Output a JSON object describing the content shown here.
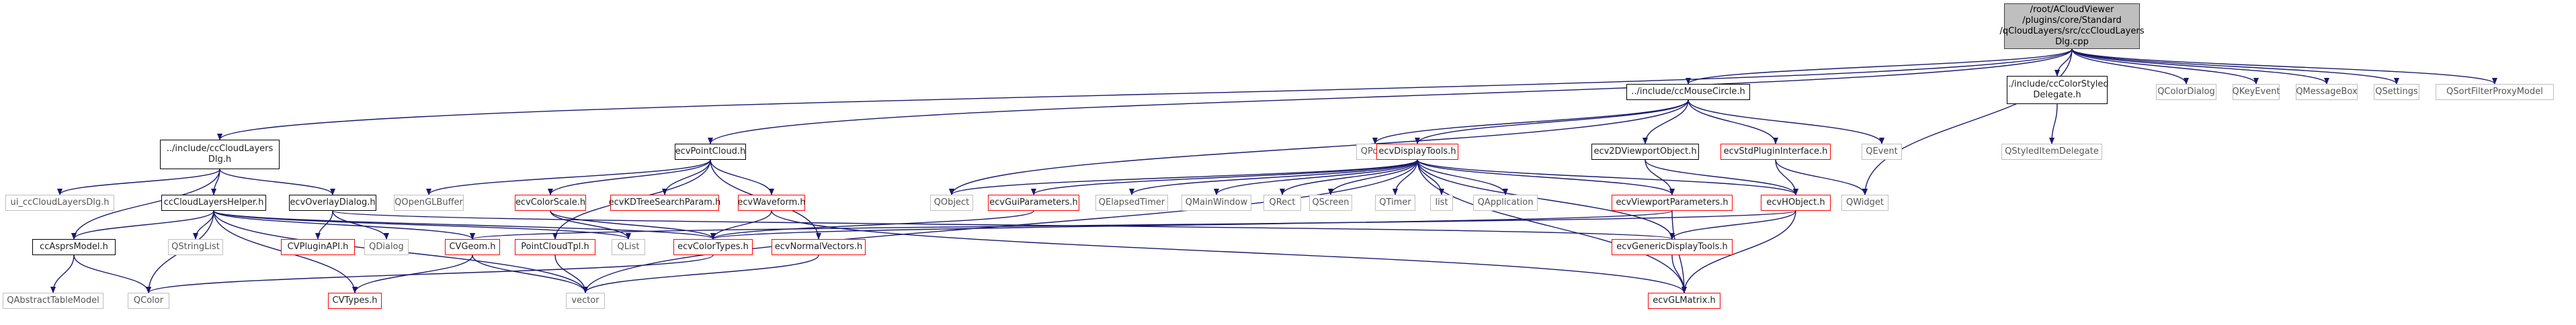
{
  "colors": {
    "edge": "#191970",
    "normal_border": "#000000",
    "missing_border": "#bfbfbf",
    "warn_border": "#ff0000",
    "root_fill": "#bfbfbf"
  },
  "nodes": [
    {
      "id": "root",
      "label": "/root/ACloudViewer\n/plugins/core/Standard\n/qCloudLayers/src/ccCloudLayers\nDlg.cpp",
      "kind": "root"
    },
    {
      "id": "cccloudlayersdlg_h",
      "label": "../include/ccCloudLayers\nDlg.h",
      "kind": "normal"
    },
    {
      "id": "ecvpointcloud_h",
      "label": "ecvPointCloud.h",
      "kind": "normal"
    },
    {
      "id": "ccmousecircle_h",
      "label": "../include/ccMouseCircle.h",
      "kind": "normal"
    },
    {
      "id": "cccolorstyled_h",
      "label": "../include/ccColorStyled\nDelegate.h",
      "kind": "normal"
    },
    {
      "id": "qcolordialog",
      "label": "QColorDialog",
      "kind": "gray"
    },
    {
      "id": "qkeyevent",
      "label": "QKeyEvent",
      "kind": "gray"
    },
    {
      "id": "qmessagebox",
      "label": "QMessageBox",
      "kind": "gray"
    },
    {
      "id": "qsettings",
      "label": "QSettings",
      "kind": "gray"
    },
    {
      "id": "qsortfilter",
      "label": "QSortFilterProxyModel",
      "kind": "gray"
    },
    {
      "id": "ui_cccloudlayersdlg",
      "label": "ui_ccCloudLayersDlg.h",
      "kind": "gray"
    },
    {
      "id": "cccloudlayershelper",
      "label": "ccCloudLayersHelper.h",
      "kind": "normal"
    },
    {
      "id": "ecvoverlaydialog",
      "label": "ecvOverlayDialog.h",
      "kind": "normal"
    },
    {
      "id": "qopenglbuffer",
      "label": "QOpenGLBuffer",
      "kind": "gray"
    },
    {
      "id": "ecvcolorscale",
      "label": "ecvColorScale.h",
      "kind": "red"
    },
    {
      "id": "ecvkdtree",
      "label": "ecvKDTreeSearchParam.h",
      "kind": "red"
    },
    {
      "id": "ecvwaveform",
      "label": "ecvWaveform.h",
      "kind": "red"
    },
    {
      "id": "qpoint",
      "label": "QPoint",
      "kind": "gray"
    },
    {
      "id": "ecvdisplaytools",
      "label": "ecvDisplayTools.h",
      "kind": "red"
    },
    {
      "id": "ecv2dviewport",
      "label": "ecv2DViewportObject.h",
      "kind": "normal"
    },
    {
      "id": "ecvstdplugin",
      "label": "ecvStdPluginInterface.h",
      "kind": "red"
    },
    {
      "id": "qevent",
      "label": "QEvent",
      "kind": "gray"
    },
    {
      "id": "qstyleditemdelegate",
      "label": "QStyledItemDelegate",
      "kind": "gray"
    },
    {
      "id": "qobject",
      "label": "QObject",
      "kind": "gray"
    },
    {
      "id": "ecvguiparameters",
      "label": "ecvGuiParameters.h",
      "kind": "red"
    },
    {
      "id": "qelapsedtimer",
      "label": "QElapsedTimer",
      "kind": "gray"
    },
    {
      "id": "qmainwindow",
      "label": "QMainWindow",
      "kind": "gray"
    },
    {
      "id": "qrect",
      "label": "QRect",
      "kind": "gray"
    },
    {
      "id": "qscreen",
      "label": "QScreen",
      "kind": "gray"
    },
    {
      "id": "qtimer",
      "label": "QTimer",
      "kind": "gray"
    },
    {
      "id": "list",
      "label": "list",
      "kind": "gray"
    },
    {
      "id": "qapplication",
      "label": "QApplication",
      "kind": "gray"
    },
    {
      "id": "ecvviewportparams",
      "label": "ecvViewportParameters.h",
      "kind": "red"
    },
    {
      "id": "ecvhobject",
      "label": "ecvHObject.h",
      "kind": "red"
    },
    {
      "id": "qwidget",
      "label": "QWidget",
      "kind": "gray"
    },
    {
      "id": "ccasprsmodel",
      "label": "ccAsprsModel.h",
      "kind": "normal"
    },
    {
      "id": "qstringlist",
      "label": "QStringList",
      "kind": "gray"
    },
    {
      "id": "cvpluginapi",
      "label": "CVPluginAPI.h",
      "kind": "red"
    },
    {
      "id": "qdialog",
      "label": "QDialog",
      "kind": "gray"
    },
    {
      "id": "cvgeom",
      "label": "CVGeom.h",
      "kind": "red"
    },
    {
      "id": "pointcloudtpl",
      "label": "PointCloudTpl.h",
      "kind": "red"
    },
    {
      "id": "qlist",
      "label": "QList",
      "kind": "gray"
    },
    {
      "id": "ecvcolortypes",
      "label": "ecvColorTypes.h",
      "kind": "red"
    },
    {
      "id": "ecvnormalvectors",
      "label": "ecvNormalVectors.h",
      "kind": "red"
    },
    {
      "id": "ecvgenericdisplaytools",
      "label": "ecvGenericDisplayTools.h",
      "kind": "red"
    },
    {
      "id": "qabstracttablemodel",
      "label": "QAbstractTableModel",
      "kind": "gray"
    },
    {
      "id": "qcolor",
      "label": "QColor",
      "kind": "gray"
    },
    {
      "id": "cvtypes",
      "label": "CVTypes.h",
      "kind": "red"
    },
    {
      "id": "vector",
      "label": "vector",
      "kind": "gray"
    },
    {
      "id": "ecvglmatrix",
      "label": "ecvGLMatrix.h",
      "kind": "red"
    }
  ],
  "edges": [
    [
      "root",
      "cccloudlayersdlg_h"
    ],
    [
      "root",
      "ecvpointcloud_h"
    ],
    [
      "root",
      "ccmousecircle_h"
    ],
    [
      "root",
      "cccolorstyled_h"
    ],
    [
      "root",
      "qcolordialog"
    ],
    [
      "root",
      "qkeyevent"
    ],
    [
      "root",
      "qmessagebox"
    ],
    [
      "root",
      "qsettings"
    ],
    [
      "root",
      "qsortfilter"
    ],
    [
      "root",
      "qwidget"
    ],
    [
      "cccloudlayersdlg_h",
      "ui_cccloudlayersdlg"
    ],
    [
      "cccloudlayersdlg_h",
      "cccloudlayershelper"
    ],
    [
      "cccloudlayersdlg_h",
      "ecvoverlaydialog"
    ],
    [
      "cccloudlayersdlg_h",
      "ccasprsmodel"
    ],
    [
      "ecvpointcloud_h",
      "qopenglbuffer"
    ],
    [
      "ecvpointcloud_h",
      "ecvcolorscale"
    ],
    [
      "ecvpointcloud_h",
      "ecvkdtree"
    ],
    [
      "ecvpointcloud_h",
      "ecvwaveform"
    ],
    [
      "ecvpointcloud_h",
      "pointcloudtpl"
    ],
    [
      "ecvpointcloud_h",
      "ecvnormalvectors"
    ],
    [
      "ccmousecircle_h",
      "qpoint"
    ],
    [
      "ccmousecircle_h",
      "ecvdisplaytools"
    ],
    [
      "ccmousecircle_h",
      "ecv2dviewport"
    ],
    [
      "ccmousecircle_h",
      "ecvstdplugin"
    ],
    [
      "ccmousecircle_h",
      "qevent"
    ],
    [
      "ccmousecircle_h",
      "qobject"
    ],
    [
      "cccolorstyled_h",
      "qstyleditemdelegate"
    ],
    [
      "ecvdisplaytools",
      "qobject"
    ],
    [
      "ecvdisplaytools",
      "ecvguiparameters"
    ],
    [
      "ecvdisplaytools",
      "qelapsedtimer"
    ],
    [
      "ecvdisplaytools",
      "qmainwindow"
    ],
    [
      "ecvdisplaytools",
      "qrect"
    ],
    [
      "ecvdisplaytools",
      "qscreen"
    ],
    [
      "ecvdisplaytools",
      "qtimer"
    ],
    [
      "ecvdisplaytools",
      "list"
    ],
    [
      "ecvdisplaytools",
      "qapplication"
    ],
    [
      "ecvdisplaytools",
      "ecvviewportparams"
    ],
    [
      "ecvdisplaytools",
      "ecvhobject"
    ],
    [
      "ecvdisplaytools",
      "ecvgenericdisplaytools"
    ],
    [
      "ecvdisplaytools",
      "ecvglmatrix"
    ],
    [
      "ecvdisplaytools",
      "vector"
    ],
    [
      "ecv2dviewport",
      "ecvhobject"
    ],
    [
      "ecv2dviewport",
      "ecvviewportparams"
    ],
    [
      "ecvstdplugin",
      "ecvhobject"
    ],
    [
      "ecvstdplugin",
      "qwidget"
    ],
    [
      "ecvhobject",
      "ecvgenericdisplaytools"
    ],
    [
      "ecvhobject",
      "ecvglmatrix"
    ],
    [
      "ecvhobject",
      "cvgeom"
    ],
    [
      "ecvviewportparams",
      "ecvglmatrix"
    ],
    [
      "ecvviewportparams",
      "ecvcolortypes"
    ],
    [
      "ecvguiparameters",
      "ecvcolortypes"
    ],
    [
      "ecvgenericdisplaytools",
      "ecvglmatrix"
    ],
    [
      "cccloudlayershelper",
      "ccasprsmodel"
    ],
    [
      "cccloudlayershelper",
      "qstringlist"
    ],
    [
      "cccloudlayershelper",
      "qlist"
    ],
    [
      "cccloudlayershelper",
      "cvgeom"
    ],
    [
      "cccloudlayershelper",
      "ecvcolortypes"
    ],
    [
      "cccloudlayershelper",
      "qcolor"
    ],
    [
      "cccloudlayershelper",
      "cvtypes"
    ],
    [
      "cccloudlayershelper",
      "vector"
    ],
    [
      "ecvoverlaydialog",
      "cvpluginapi"
    ],
    [
      "ecvoverlaydialog",
      "qdialog"
    ],
    [
      "ecvoverlaydialog",
      "ecvgenericdisplaytools"
    ],
    [
      "ccasprsmodel",
      "qabstracttablemodel"
    ],
    [
      "ccasprsmodel",
      "qcolor"
    ],
    [
      "ecvcolorscale",
      "qlist"
    ],
    [
      "ecvcolorscale",
      "ecvcolortypes"
    ],
    [
      "ecvwaveform",
      "ecvglmatrix"
    ],
    [
      "ecvwaveform",
      "ecvcolortypes"
    ],
    [
      "cvgeom",
      "cvtypes"
    ],
    [
      "cvgeom",
      "vector"
    ],
    [
      "pointcloudtpl",
      "vector"
    ],
    [
      "ecvcolortypes",
      "qcolor"
    ],
    [
      "ecvnormalvectors",
      "vector"
    ]
  ]
}
